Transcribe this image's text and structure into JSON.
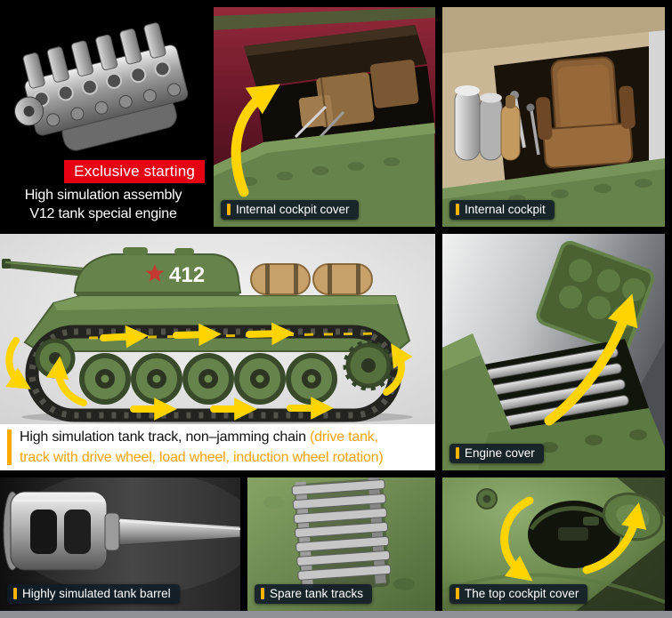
{
  "colors": {
    "page_background": "#000000",
    "accent_yellow_arrow": "#ffd400",
    "caption_accent_orange": "#ffb400",
    "caption_background": "#16222c",
    "badge_red": "#e60012",
    "tank_green": "#66834b",
    "track_caption_highlight": "#f5a400",
    "photo_backdrop_maroon": "#7a2131",
    "bottom_strip_gray": "#8d9094"
  },
  "icons": {
    "red_star": "★",
    "rotation_arrow": "curved-yellow-arrow"
  },
  "panels": {
    "engine": {
      "badge": "Exclusive starting",
      "caption_line1": "High simulation assembly",
      "caption_line2": "V12 tank special engine"
    },
    "internal_cockpit_cover": {
      "caption": "Internal cockpit cover"
    },
    "internal_cockpit": {
      "caption": "Internal cockpit"
    },
    "tank_track": {
      "turret_number": "412",
      "caption_black": "High simulation tank track, non–jamming chain",
      "caption_orange_line1": " (drive tank,",
      "caption_orange_line2": "track with drive wheel, load wheel, induction wheel rotation)"
    },
    "engine_cover": {
      "caption": "Engine cover"
    },
    "tank_barrel": {
      "caption": "Highly simulated tank barrel"
    },
    "spare_tracks": {
      "caption": "Spare tank tracks"
    },
    "top_cockpit_cover": {
      "caption": "The top cockpit cover"
    }
  }
}
